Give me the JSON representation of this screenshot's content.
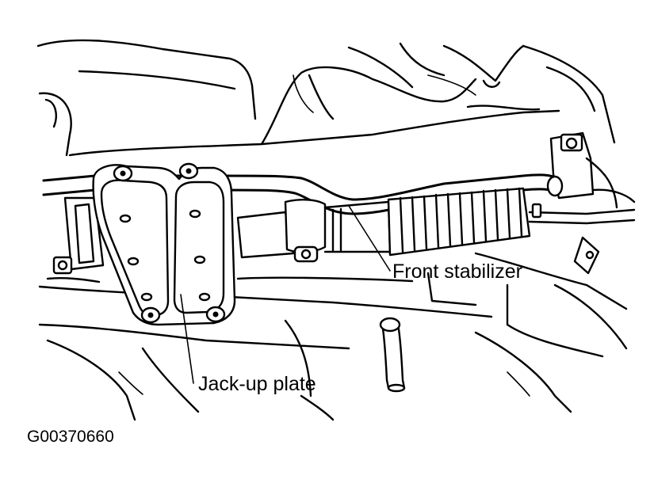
{
  "labels": {
    "jack_up_plate": "Jack-up plate",
    "front_stabilizer": "Front stabilizer",
    "figure_code": "G00370660"
  },
  "colors": {
    "ink": "#000000",
    "background": "#ffffff"
  }
}
